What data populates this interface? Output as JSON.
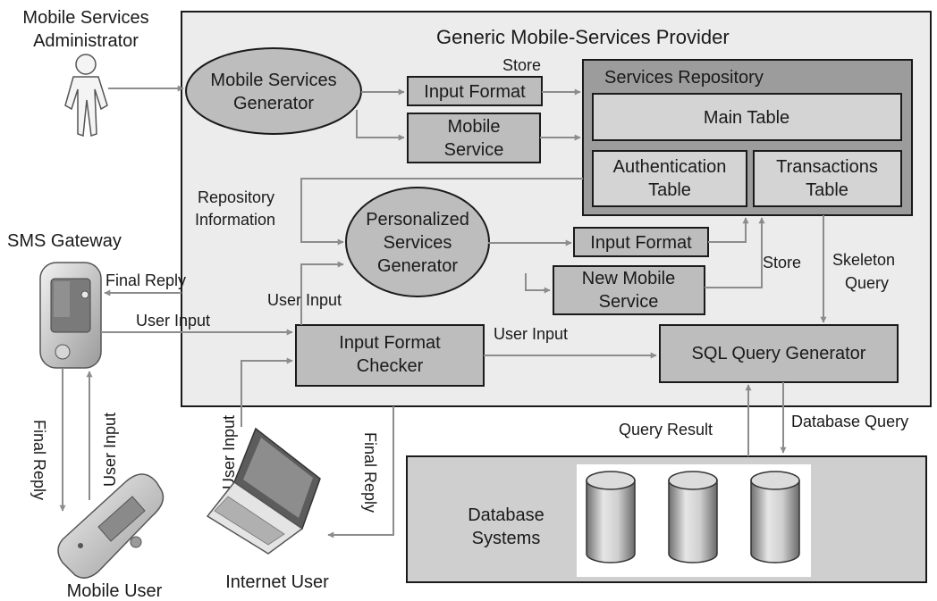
{
  "provider": {
    "title": "Generic Mobile-Services Provider"
  },
  "admin": {
    "line1": "Mobile Services",
    "line2": "Administrator"
  },
  "generator": {
    "line1": "Mobile Services",
    "line2": "Generator"
  },
  "store_top": "Store",
  "input_format_top": "Input Format",
  "mobile_service": {
    "line1": "Mobile",
    "line2": "Service"
  },
  "repository": {
    "title": "Services Repository",
    "main_table": "Main Table",
    "auth_table": {
      "line1": "Authentication",
      "line2": "Table"
    },
    "trans_table": {
      "line1": "Transactions",
      "line2": "Table"
    }
  },
  "repo_info": {
    "line1": "Repository",
    "line2": "Information"
  },
  "personalized": {
    "line1": "Personalized",
    "line2": "Services",
    "line3": "Generator"
  },
  "input_format_mid": "Input Format",
  "new_mobile_service": {
    "line1": "New Mobile",
    "line2": "Service"
  },
  "store_mid": "Store",
  "skeleton": {
    "line1": "Skeleton",
    "line2": "Query"
  },
  "sms_gateway": "SMS Gateway",
  "final_reply_sms": "Final Reply",
  "user_input_checker_top": "User Input",
  "user_input_sms": "User Input",
  "checker": {
    "line1": "Input Format",
    "line2": "Checker"
  },
  "user_input_sql": "User Input",
  "sql_generator": "SQL Query Generator",
  "query_result": "Query Result",
  "database_query": "Database Query",
  "database_systems": {
    "line1": "Database",
    "line2": "Systems"
  },
  "final_reply_mobile": "Final Reply",
  "user_input_mobile": "User Input",
  "user_input_internet": "User Input",
  "final_reply_internet": "Final Reply",
  "mobile_user": "Mobile User",
  "internet_user": "Internet User"
}
